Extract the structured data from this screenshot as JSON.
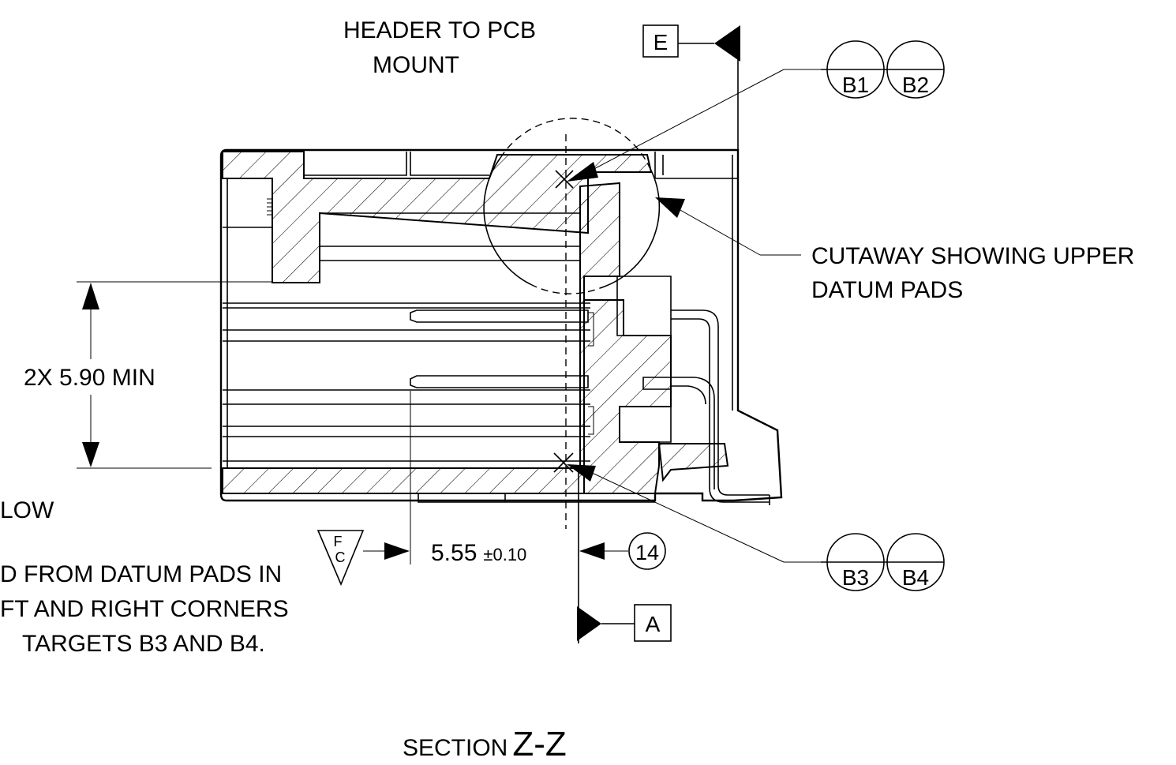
{
  "title": {
    "prefix": "SECTION",
    "name": "Z-Z"
  },
  "labels": {
    "header_mount_line1": "HEADER TO PCB",
    "header_mount_line2": "MOUNT",
    "cutaway_line1": "CUTAWAY SHOWING UPPER",
    "cutaway_line2": "DATUM PADS",
    "note_line1": "LOW",
    "note_line2": "D FROM DATUM PADS IN",
    "note_line3": "FT AND RIGHT CORNERS",
    "note_line4": "TARGETS B3 AND B4."
  },
  "dimensions": {
    "vertical": "2X 5.90 MIN",
    "horizontal_value": "5.55",
    "horizontal_tolerance": "±0.10"
  },
  "balloon": "14",
  "special_symbol": {
    "top": "F",
    "bottom": "C"
  },
  "datums": {
    "top": "E",
    "bottom": "A"
  },
  "datum_targets": {
    "upper": [
      "B1",
      "B2"
    ],
    "lower": [
      "B3",
      "B4"
    ]
  }
}
